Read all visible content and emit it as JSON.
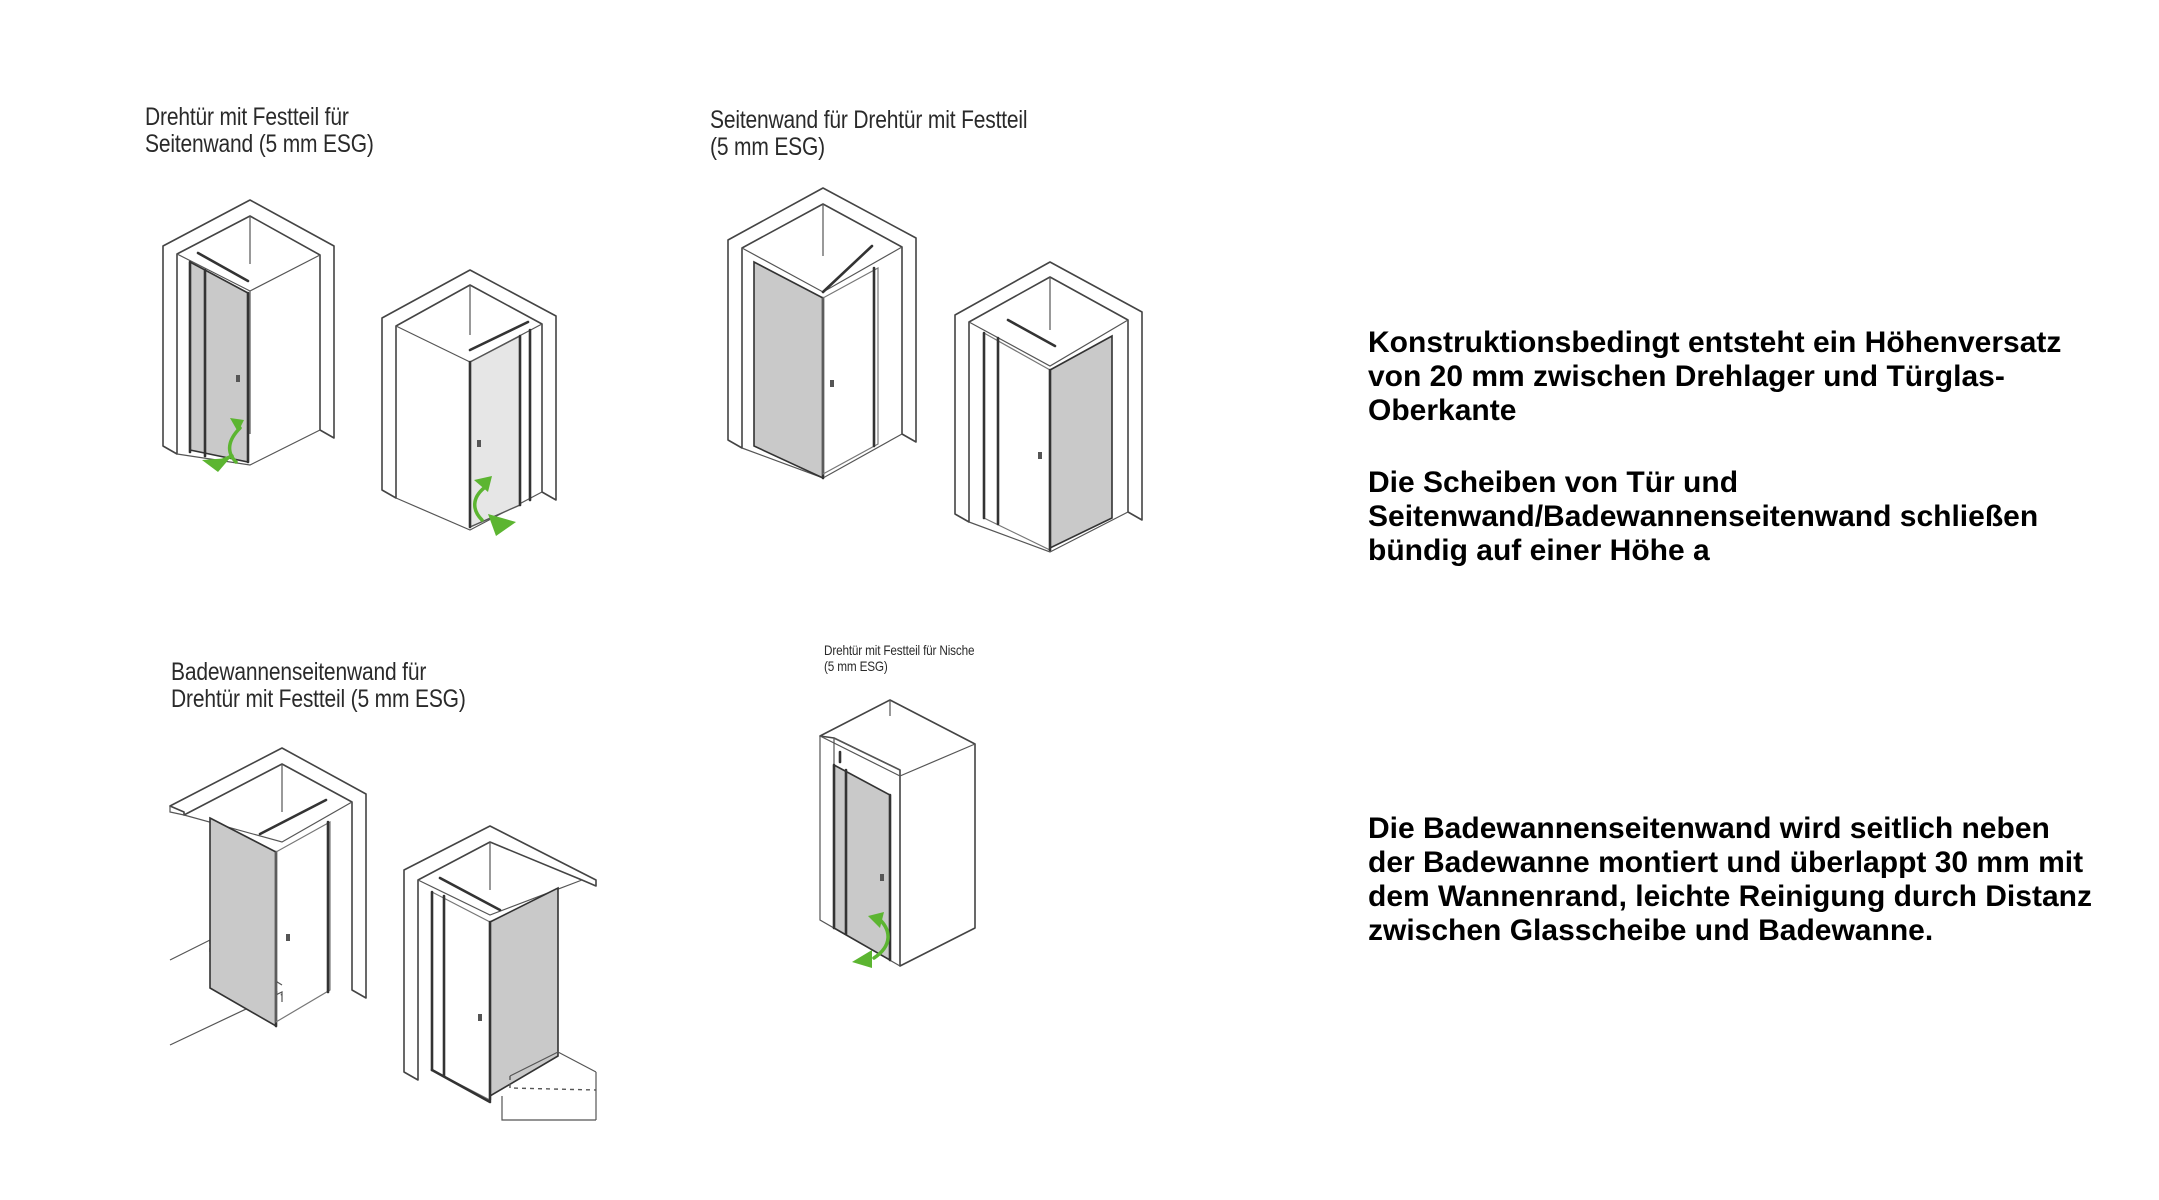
{
  "figures": [
    {
      "id": "top-left",
      "lines": [
        "Drehtür mit Festteil für",
        "Seitenwand (5 mm ESG)"
      ]
    },
    {
      "id": "top-right",
      "lines": [
        "Seitenwand für Drehtür mit Festteil",
        "(5 mm ESG)"
      ]
    },
    {
      "id": "bottom-left",
      "lines": [
        "Badewannenseitenwand für",
        "Drehtür mit Festteil (5 mm ESG)"
      ]
    },
    {
      "id": "bottom-right",
      "lines": [
        "Drehtür mit Festteil für Nische",
        "(5 mm ESG)"
      ]
    }
  ],
  "notes": [
    {
      "lines": [
        "Konstruktionsbedingt entsteht ein Höhenversatz",
        "von 20 mm zwischen Drehlager und Türglas-",
        "Oberkante"
      ]
    },
    {
      "lines": [
        "Die Scheiben von Tür und",
        "Seitenwand/Badewannenseitenwand schließen",
        "bündig auf einer Höhe a"
      ]
    },
    {
      "lines": [
        "Die Badewannenseitenwand wird seitlich neben",
        "der Badewanne montiert und überlappt 30 mm mit",
        "dem Wannenrand, leichte Reinigung durch Distanz",
        "zwischen Glasscheibe und Badewanne."
      ]
    }
  ],
  "colors": {
    "arrow": "#5cb531",
    "glass": "#c9c9c9",
    "line": "#333333"
  }
}
